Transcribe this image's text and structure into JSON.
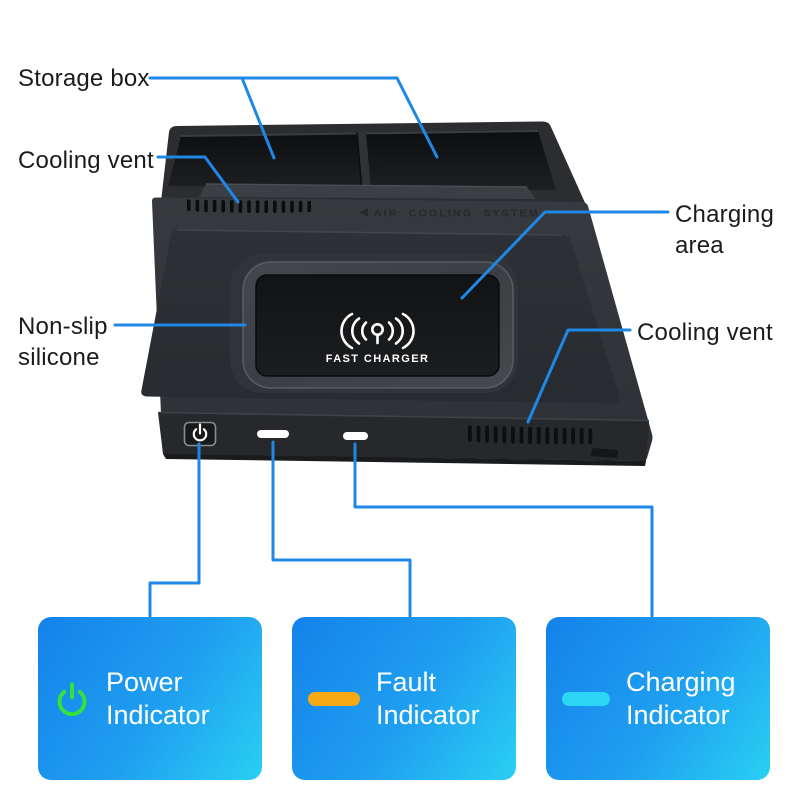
{
  "callouts": {
    "storage_box": "Storage box",
    "cooling_vent_left": "Cooling vent",
    "charging_area": "Charging area",
    "non_slip_silicone": "Non-slip silicone",
    "cooling_vent_right": "Cooling vent"
  },
  "device": {
    "pad_label": "FAST CHARGER",
    "embossed_label": "AIR COOLING SYSTEM"
  },
  "indicator_cards": [
    {
      "label": "Power Indicator",
      "icon": "power-icon",
      "icon_color": "#35e23b"
    },
    {
      "label": "Fault Indicator",
      "icon": "dash-icon",
      "icon_color": "#f6a915"
    },
    {
      "label": "Charging Indicator",
      "icon": "dash-icon",
      "icon_color": "#2bd7f4"
    }
  ],
  "colors": {
    "callout_line": "#1f87e5",
    "label_text": "#1b1b1b",
    "card_gradient_start": "#1482ea",
    "card_gradient_end": "#29d0f3",
    "card_text": "#ffffff"
  }
}
